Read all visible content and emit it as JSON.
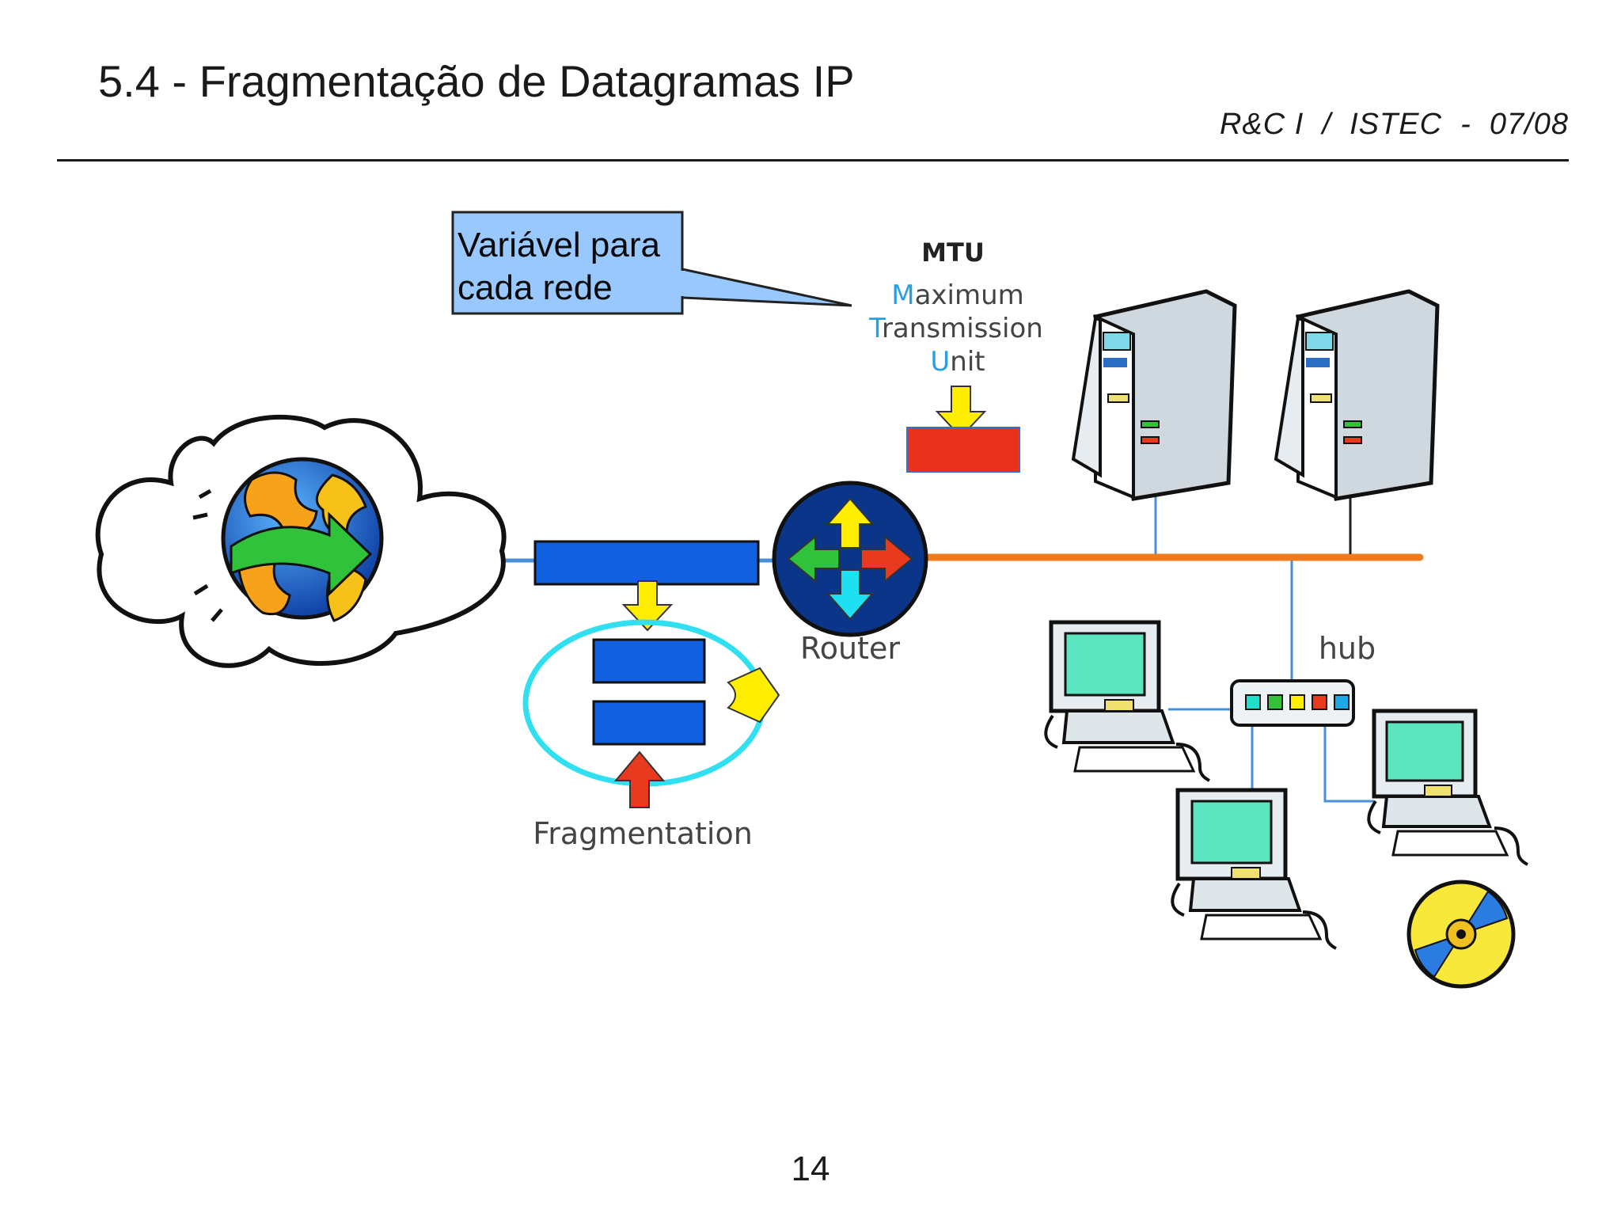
{
  "slide": {
    "title": "5.4 - Fragmentação de Datagramas IP",
    "header_right": "R&C I  /  ISTEC  -  07/08",
    "page_number": "14"
  },
  "diagram": {
    "callout": {
      "line1": "Variável para",
      "line2": "cada rede"
    },
    "mtu": {
      "heading": "MTU",
      "line1_initial": "M",
      "line1_rest": "aximum",
      "line2_initial": "T",
      "line2_rest": "ransmission",
      "line3_initial": "U",
      "line3_rest": "nit"
    },
    "router_label": "Router",
    "hub_label": "hub",
    "fragmentation_label": "Fragmentation"
  },
  "colors": {
    "callout_fill": "#99c8ff",
    "packet_blue": "#1060e0",
    "mtu_red": "#e8321e",
    "arrow_yellow": "#ffee00",
    "arrow_red": "#e83a1e",
    "network_orange": "#f07b1e",
    "link_blue": "#4a90d9",
    "fragment_ring": "#30e0f0",
    "mtu_initial_blue": "#2a9fe0",
    "label_gray": "#444444"
  }
}
